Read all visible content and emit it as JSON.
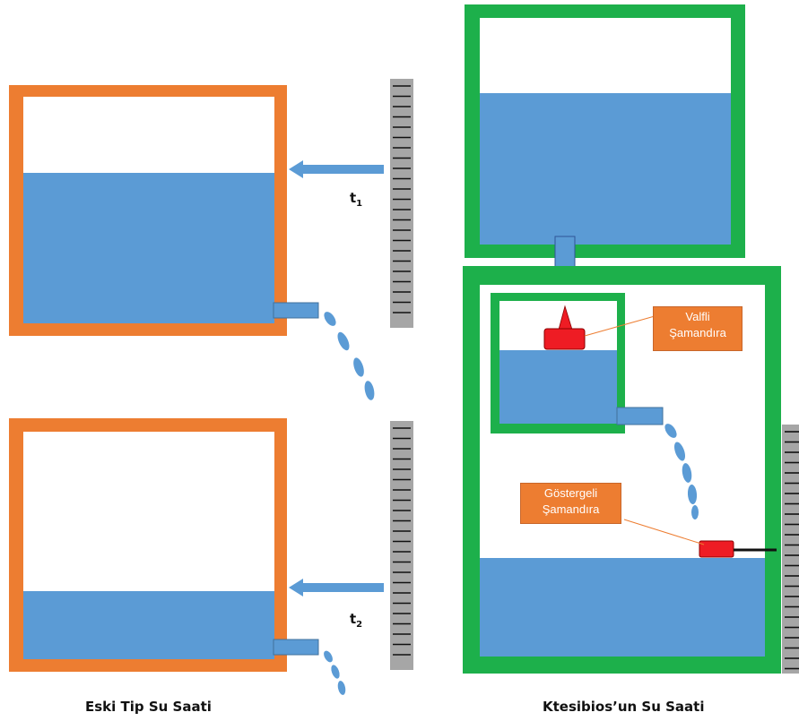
{
  "colors": {
    "orange_frame": "#ed7d31",
    "green_frame": "#1db04b",
    "water": "#5b9bd5",
    "float_red": "#ee1c24",
    "scale_gray": "#a6a6a6"
  },
  "left_diagram": {
    "caption": "Eski Tip Su Saati",
    "top_label": {
      "main": "t",
      "sub": "1"
    },
    "bottom_label": {
      "main": "t",
      "sub": "2"
    }
  },
  "right_diagram": {
    "caption": "Ktesibios’un Su Saati",
    "valve_float_label": {
      "line1": "Valfli",
      "line2": "Şamandıra"
    },
    "indicator_float_label": {
      "line1": "Göstergeli",
      "line2": "Şamandıra"
    }
  }
}
